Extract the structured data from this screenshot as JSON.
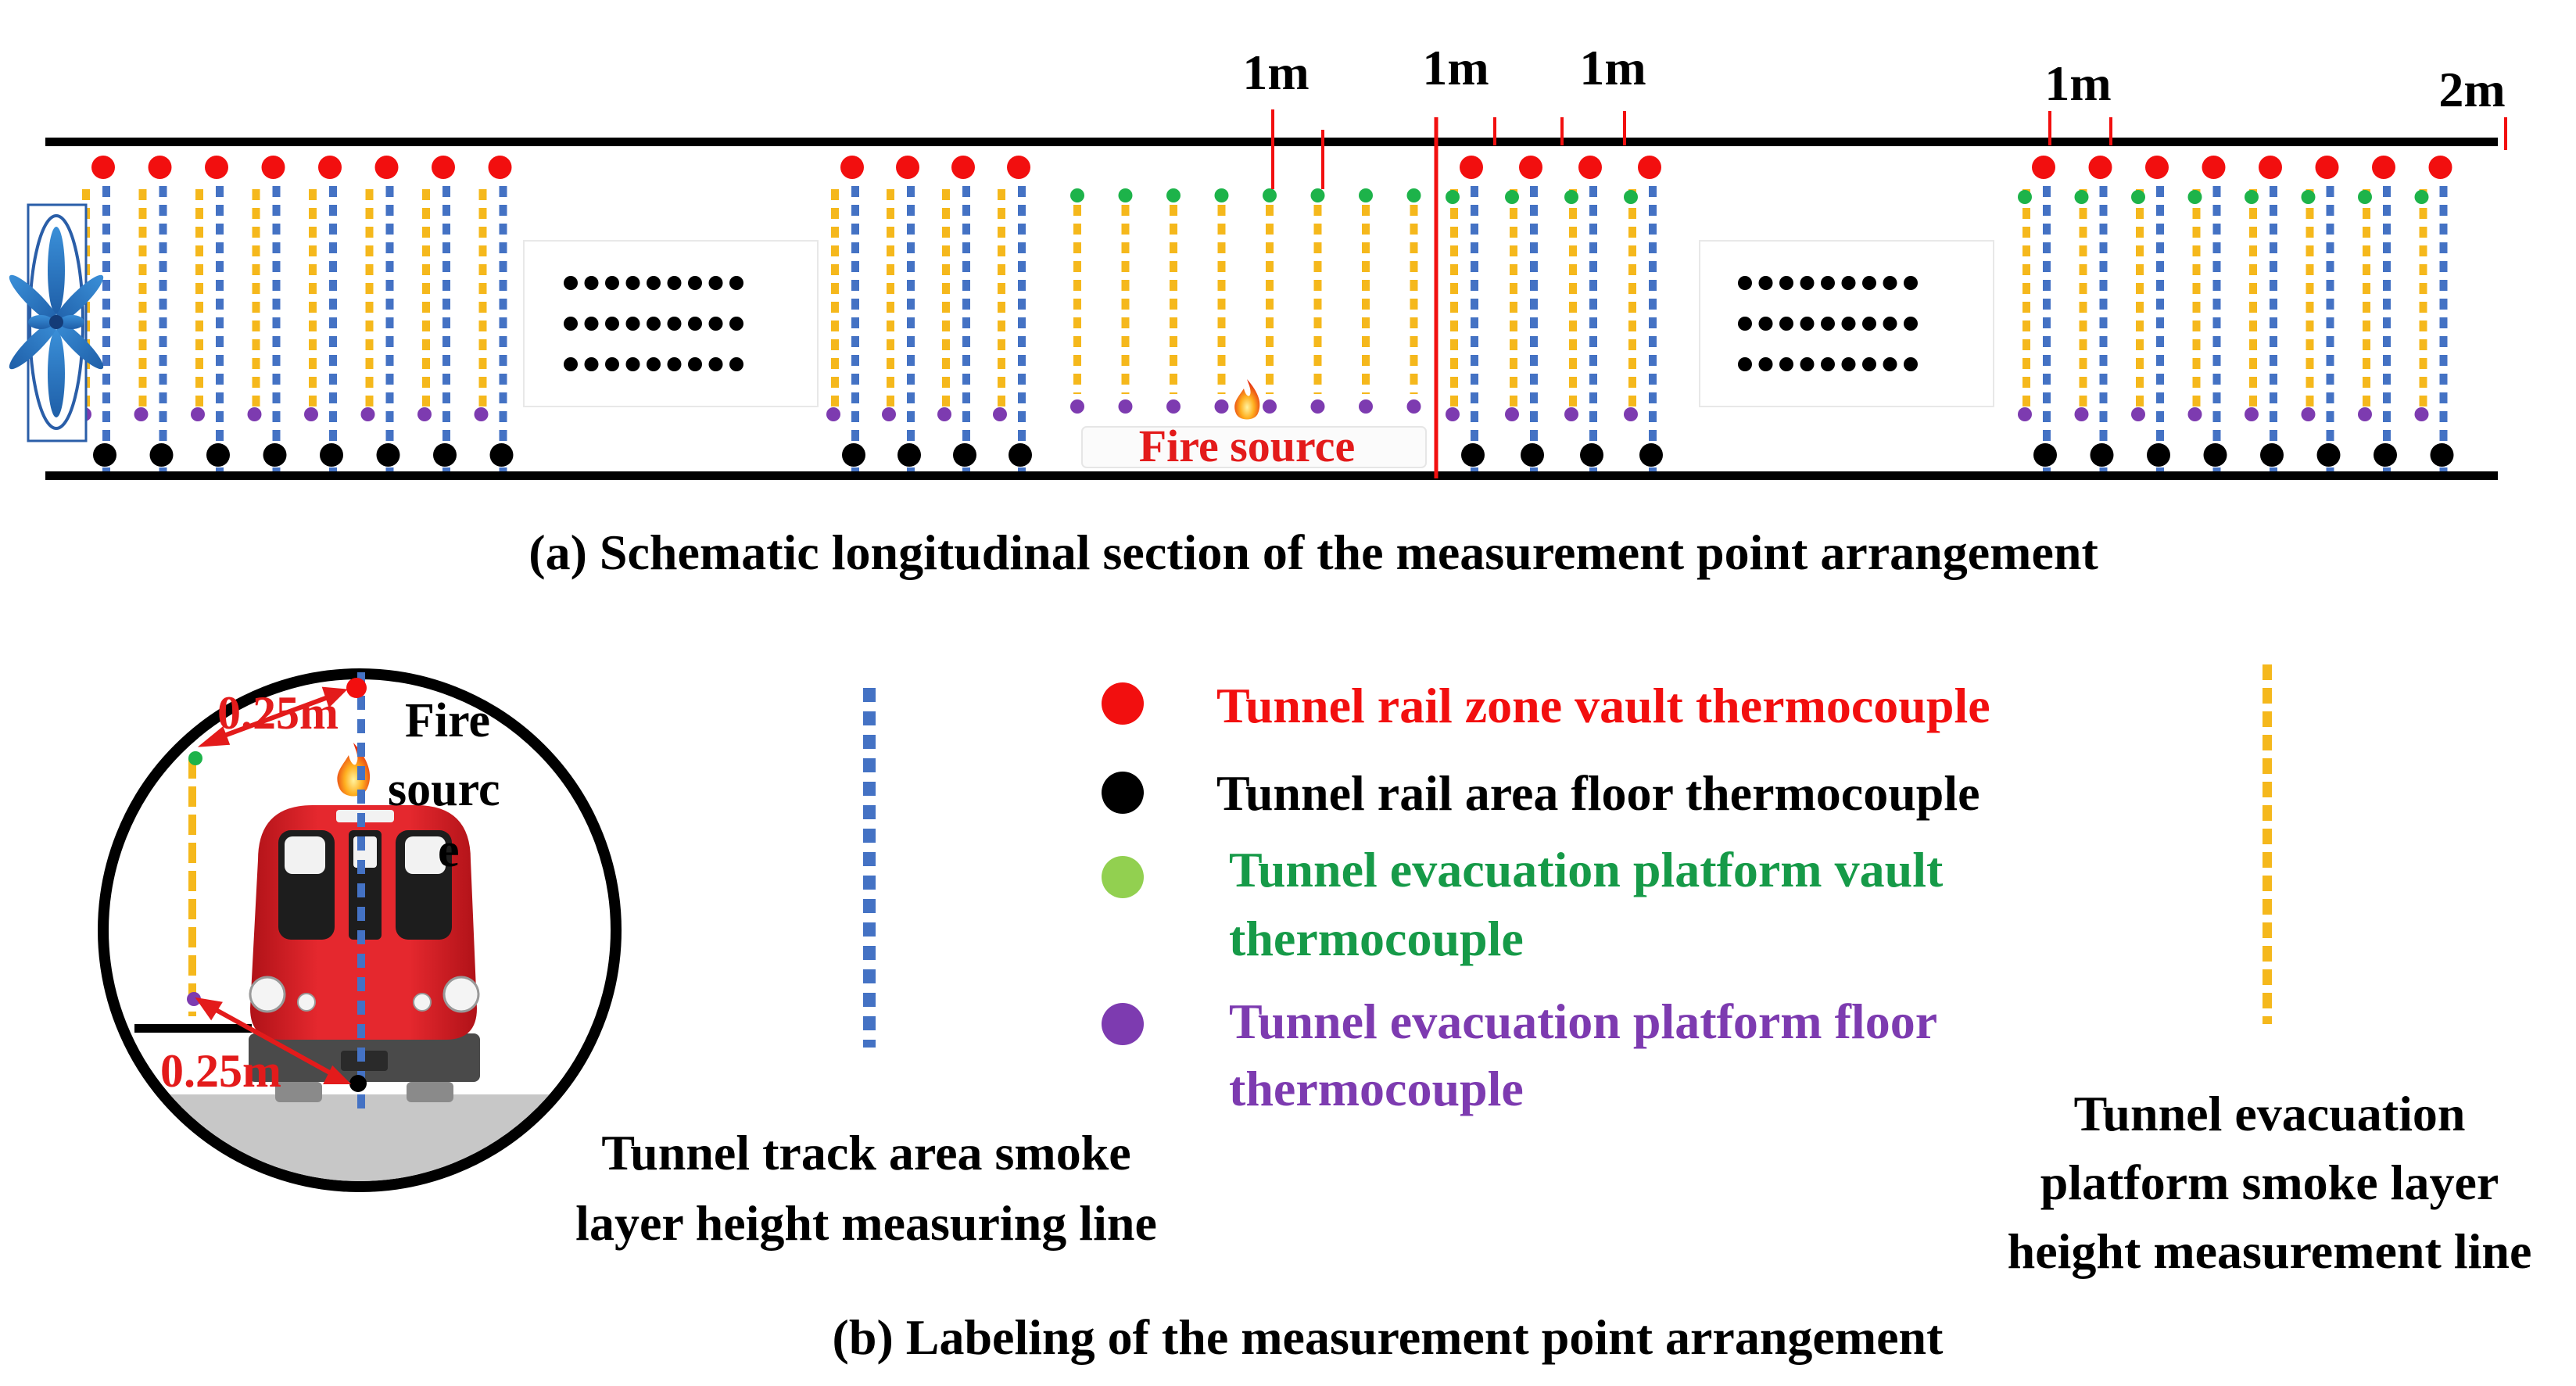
{
  "colors": {
    "vault_red": "#f20f0f",
    "floor_black": "#000000",
    "platform_vault_green": "#1db34a",
    "platform_floor_purple": "#7d3bb0",
    "track_line_blue": "#4472c4",
    "platform_line_yellow": "#f5b81c",
    "fire_label_red": "#e31b1b",
    "legend_green_text": "#169a48",
    "legend_purple_text": "#7d3bb0"
  },
  "top_panel": {
    "spacing_labels": [
      "1m",
      "1m",
      "1m",
      "1m",
      "2m"
    ],
    "fire_source_label": "Fire source",
    "caption": "(a) Schematic longitudinal section of the measurement point arrangement",
    "fan_icon": "ventilation-fan-icon",
    "fire_icon": "flame-icon",
    "omitted_icon": "ellipsis-dots"
  },
  "cross_section": {
    "dimension_top": "0.25m",
    "dimension_bottom": "0.25m",
    "fire_label_lines": [
      "Fire",
      "sourc",
      "e"
    ],
    "train_icon": "metro-train-front-icon"
  },
  "legend": {
    "track_line_label_lines": [
      "Tunnel track area smoke",
      "layer height measuring line"
    ],
    "platform_line_label_lines": [
      "Tunnel evacuation",
      "platform smoke layer",
      "height measurement line"
    ],
    "items": [
      {
        "label_lines": [
          "Tunnel rail zone vault thermocouple"
        ]
      },
      {
        "label_lines": [
          "Tunnel rail area floor thermocouple"
        ]
      },
      {
        "label_lines": [
          "Tunnel evacuation platform vault",
          "thermocouple"
        ]
      },
      {
        "label_lines": [
          "Tunnel evacuation platform floor",
          "thermocouple"
        ]
      }
    ]
  },
  "bottom_caption": "(b) Labeling of the measurement point arrangement"
}
